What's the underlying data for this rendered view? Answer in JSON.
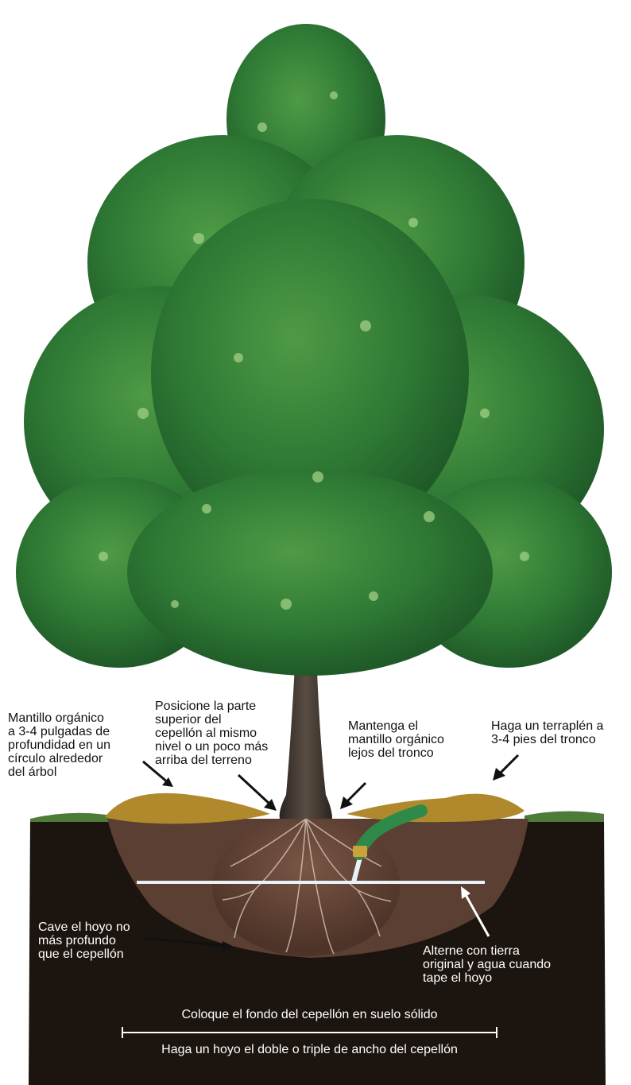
{
  "colors": {
    "soil_dark": "#1b140f",
    "soil_backfill": "#5a3f32",
    "rootball": "#6a4a3a",
    "roots": "#d8c9bb",
    "mulch": "#b0892d",
    "grass": "#4e7a3a",
    "trunk": "#3a322c",
    "foliage_dark": "#1f5a28",
    "foliage_mid": "#2f7a35",
    "foliage_light": "#a8d48a",
    "hose": "#2f8a4a",
    "water": "#e8f2f6",
    "arrow": "#111111",
    "text_dark": "#111111",
    "text_light": "#ffffff"
  },
  "labels": {
    "mulch_circle": "Mantillo orgánico\na 3-4 pulgadas de\nprofundidad en un\ncírculo alrededor\ndel árbol",
    "rootball_top": "Posicione la parte\nsuperior del\ncepellón al mismo\nnivel o un poco más\narriba del terreno",
    "mulch_away": "Mantenga el\nmantillo orgánico\nlejos del tronco",
    "berm": "Haga un terraplén a\n3-4 pies del tronco",
    "dig_depth": "Cave el hoyo no\nmás profundo\nque el cepellón",
    "alternate": "Alterne con tierra\noriginal y agua cuando\ntape el hoyo",
    "bottom_solid": "Coloque el fondo del cepellón en suelo sólido",
    "hole_width": "Haga un hoyo el doble o triple de ancho del cepellón"
  }
}
